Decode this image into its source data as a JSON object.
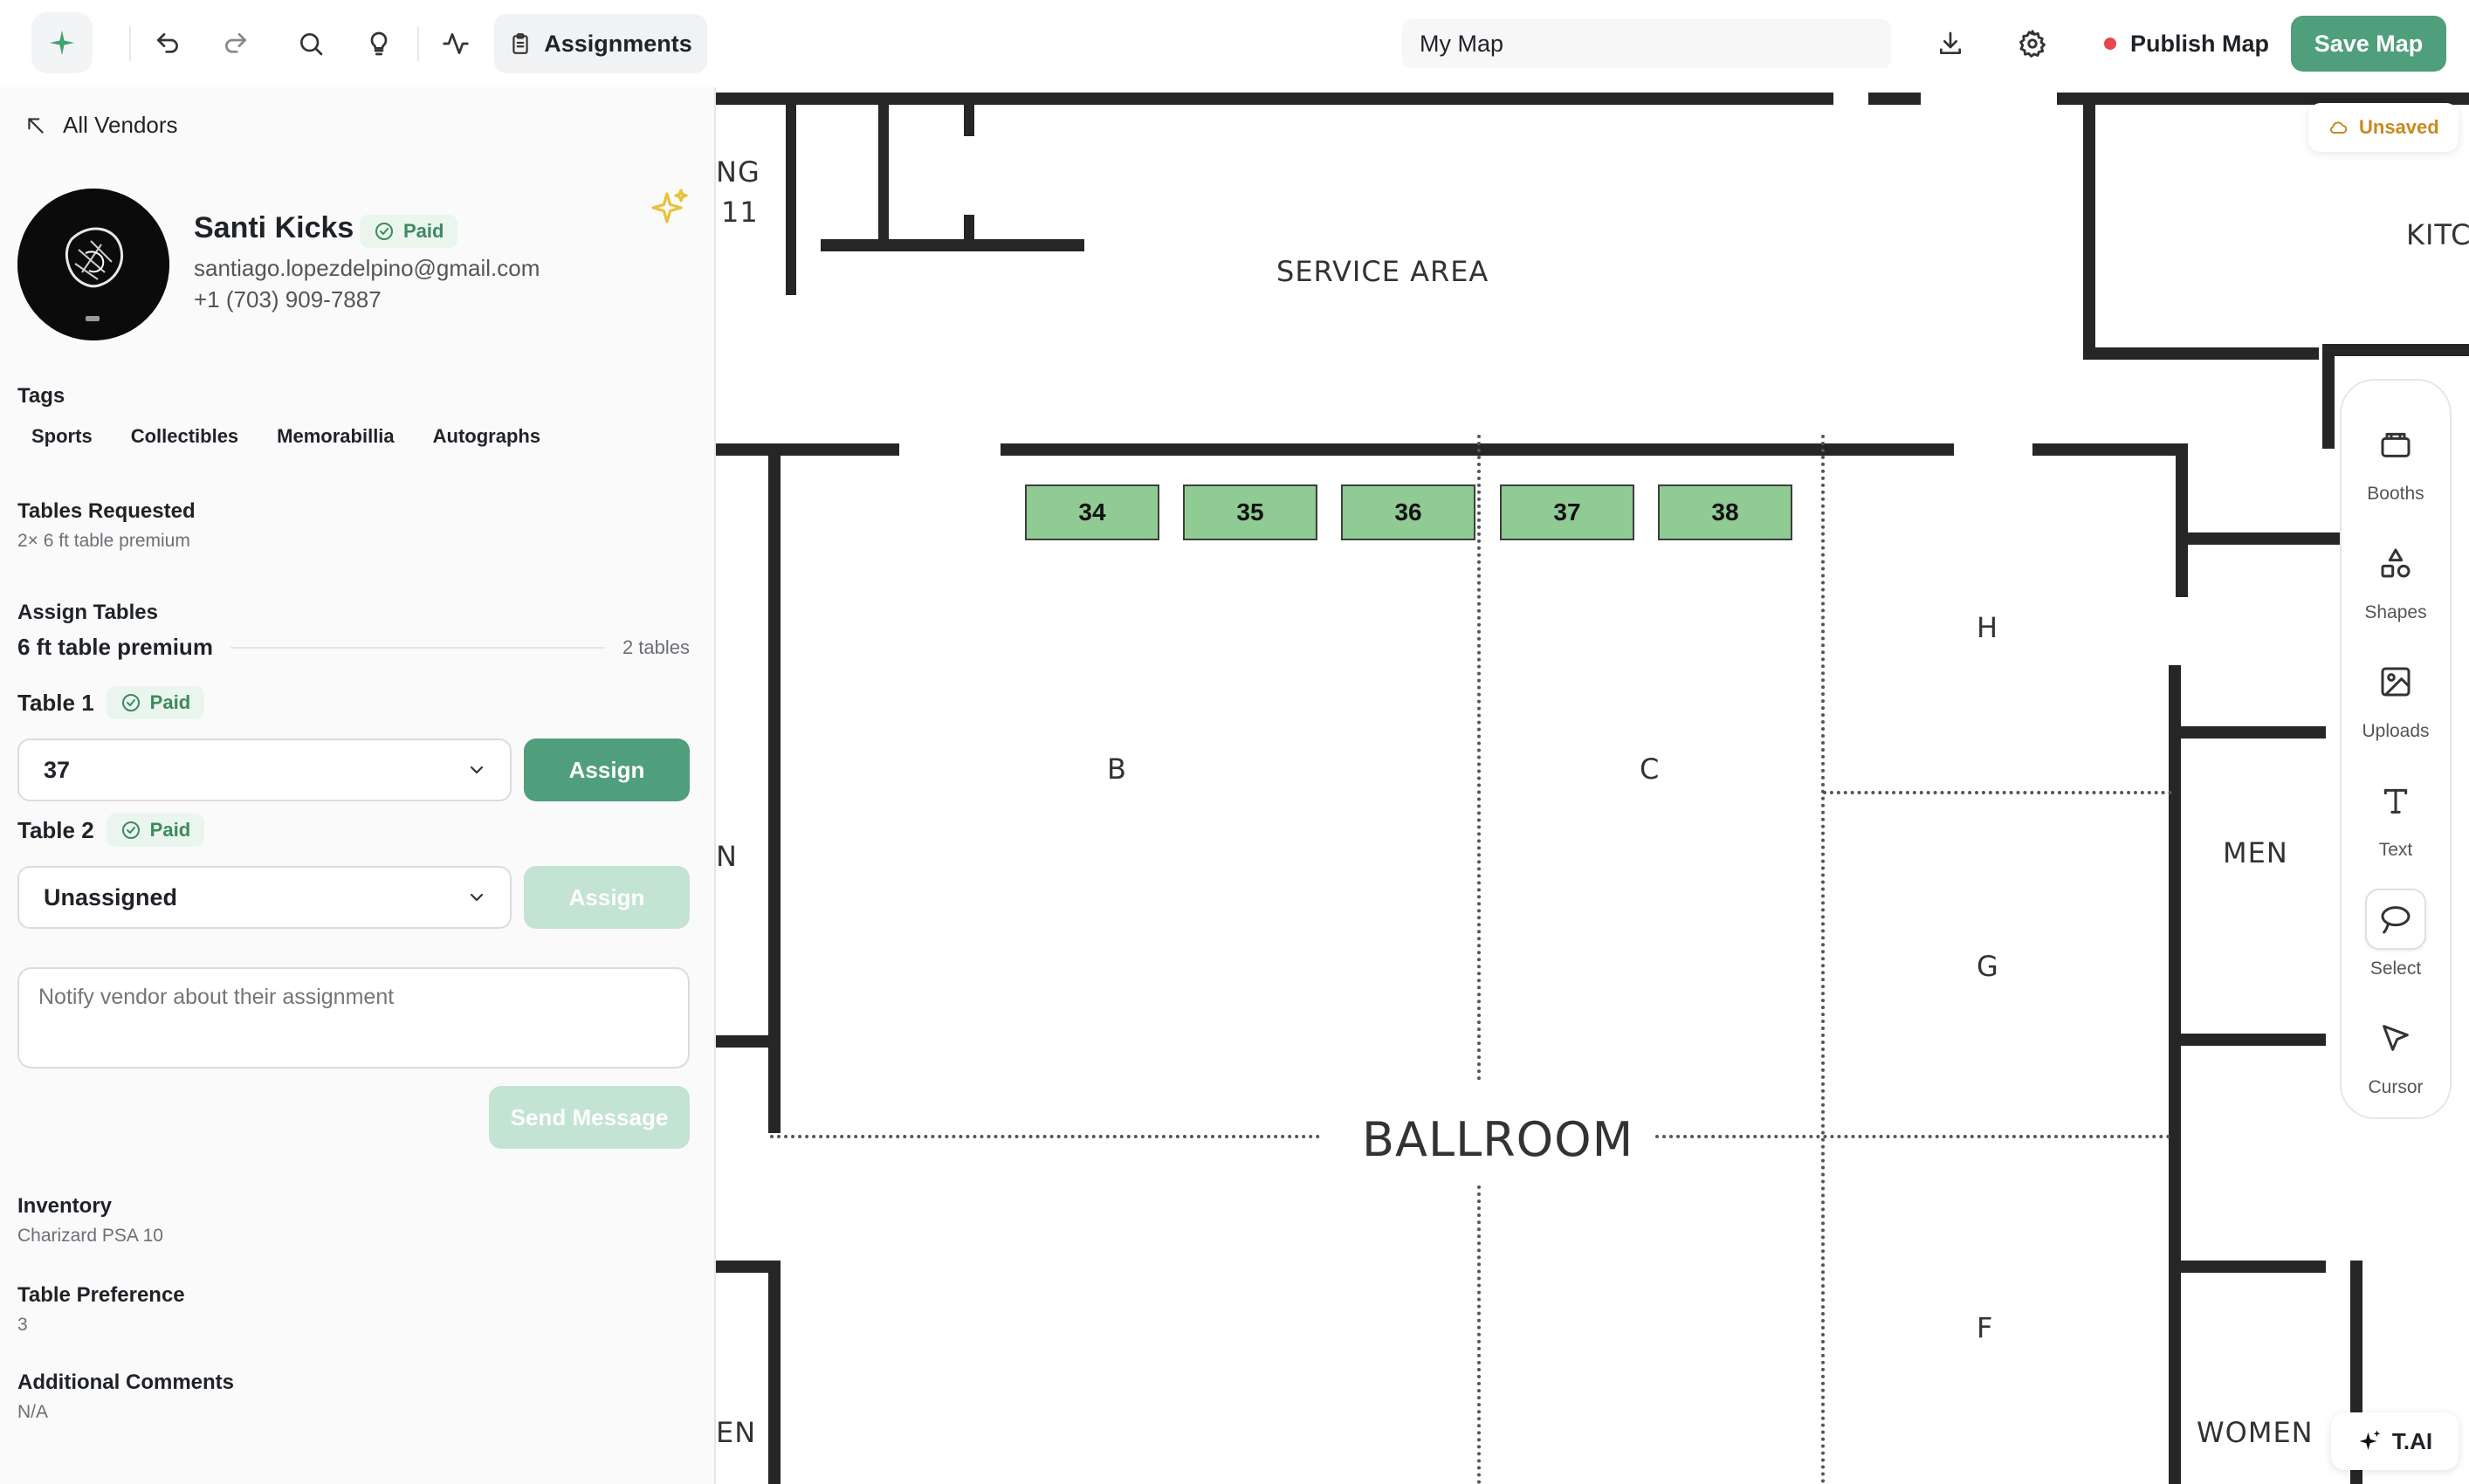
{
  "topbar": {
    "assignments_label": "Assignments",
    "map_title": "My Map",
    "publish_label": "Publish Map",
    "save_label": "Save Map",
    "accent_color": "#4f9e7c"
  },
  "sidebar": {
    "back_label": "All Vendors",
    "vendor": {
      "name": "Santi Kicks",
      "status": "Paid",
      "email": "santiago.lopezdelpino@gmail.com",
      "phone": "+1 (703) 909-7887"
    },
    "tags_label": "Tags",
    "tags": [
      "Sports",
      "Collectibles",
      "Memorabillia",
      "Autographs"
    ],
    "tables_requested_label": "Tables Requested",
    "tables_requested_value": "2× 6 ft table premium",
    "assign_tables_label": "Assign Tables",
    "table_type": {
      "name": "6 ft table premium",
      "count": "2 tables"
    },
    "tables": [
      {
        "label": "Table 1",
        "status": "Paid",
        "selected": "37",
        "button": "Assign"
      },
      {
        "label": "Table 2",
        "status": "Paid",
        "selected": "Unassigned",
        "button": "Assign"
      }
    ],
    "notify_placeholder": "Notify vendor about their assignment",
    "send_label": "Send Message",
    "inventory_label": "Inventory",
    "inventory_value": "Charizard PSA 10",
    "preference_label": "Table Preference",
    "preference_value": "3",
    "comments_label": "Additional Comments",
    "comments_value": "N/A"
  },
  "canvas": {
    "status_label": "Unsaved",
    "rooms": {
      "service_area": "SERVICE AREA",
      "ballroom": "BALLROOM",
      "men": "MEN",
      "women": "WOMEN",
      "kitchen_partial": "KITC",
      "left_top_partial_a": "NG",
      "left_top_partial_b": "11",
      "left_mid_partial": "N",
      "left_bottom_partial": "EN"
    },
    "sections": {
      "b": "B",
      "c": "C",
      "h": "H",
      "g": "G",
      "f": "F"
    },
    "booths": [
      "34",
      "35",
      "36",
      "37",
      "38"
    ],
    "tools": [
      "Booths",
      "Shapes",
      "Uploads",
      "Text",
      "Select",
      "Cursor"
    ],
    "ai_label": "T.AI"
  }
}
